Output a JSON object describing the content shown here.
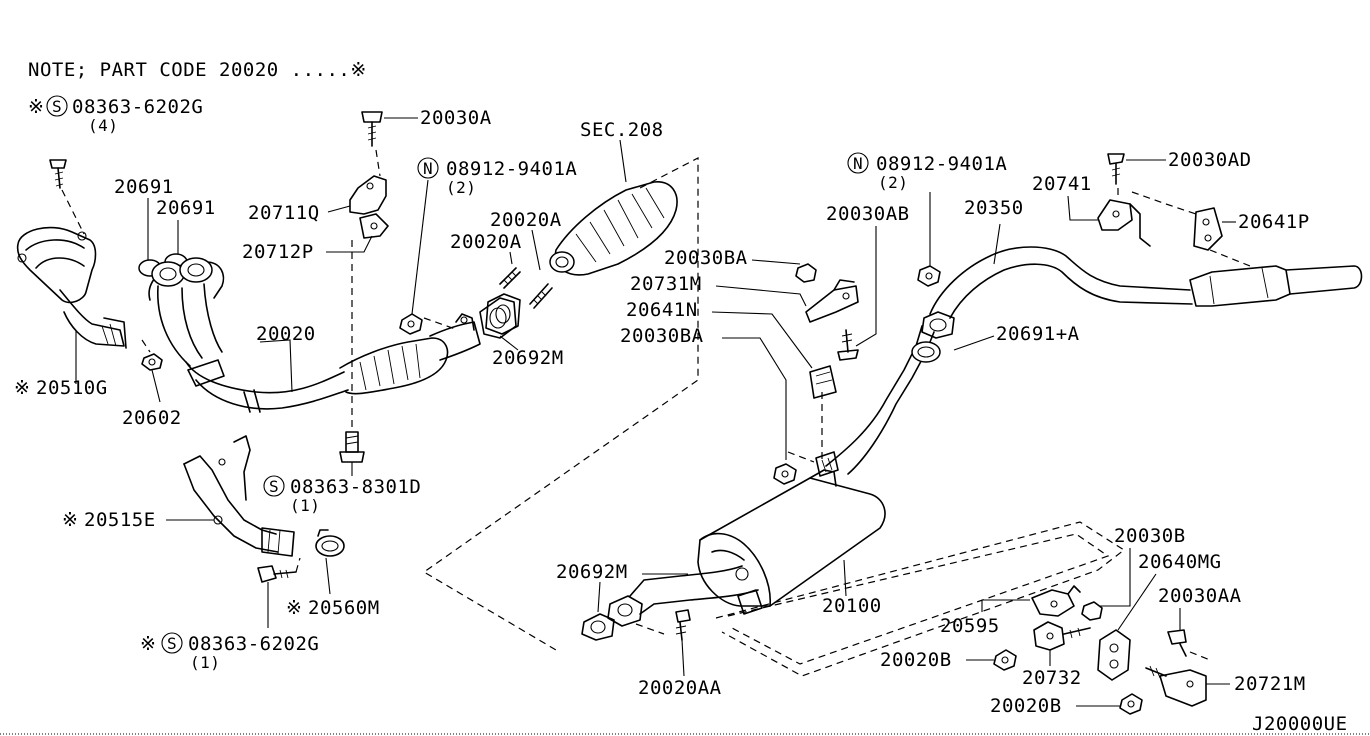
{
  "note": "NOTE; PART CODE 20020 .....※",
  "diagram_id": "J20000UE",
  "symbols": {
    "s": "S",
    "n": "N",
    "mark": "※"
  },
  "labels": {
    "p08363_6202g_top": "08363-6202G",
    "p08363_6202g_top_qty": "(4)",
    "p20030a": "20030A",
    "sec208": "SEC.208",
    "p08912_9401a_left": "08912-9401A",
    "p08912_9401a_left_qty": "(2)",
    "p20691_a": "20691",
    "p20691_b": "20691",
    "p20711q": "20711Q",
    "p20712p": "20712P",
    "p20020a_1": "20020A",
    "p20020a_2": "20020A",
    "p20020": "20020",
    "p20692m_top": "20692M",
    "p20510g": "20510G",
    "p20602": "20602",
    "p08363_8301d": "08363-8301D",
    "p08363_8301d_qty": "(1)",
    "p20515e": "20515E",
    "p20560m": "20560M",
    "p08363_6202g_bot": "08363-6202G",
    "p08363_6202g_bot_qty": "(1)",
    "p08912_9401a_right": "08912-9401A",
    "p08912_9401a_right_qty": "(2)",
    "p20030ad": "20030AD",
    "p20741": "20741",
    "p20350": "20350",
    "p20641p": "20641P",
    "p20030ab": "20030AB",
    "p20030ba_1": "20030BA",
    "p20731m": "20731M",
    "p20641n": "20641N",
    "p20030ba_2": "20030BA",
    "p20691_plus_a": "20691+A",
    "p20692m_bot": "20692M",
    "p20100": "20100",
    "p20020aa": "20020AA",
    "p20030b": "20030B",
    "p20640mg": "20640MG",
    "p20030aa": "20030AA",
    "p20595": "20595",
    "p20020b_1": "20020B",
    "p20732": "20732",
    "p20721m": "20721M",
    "p20020b_2": "20020B"
  }
}
